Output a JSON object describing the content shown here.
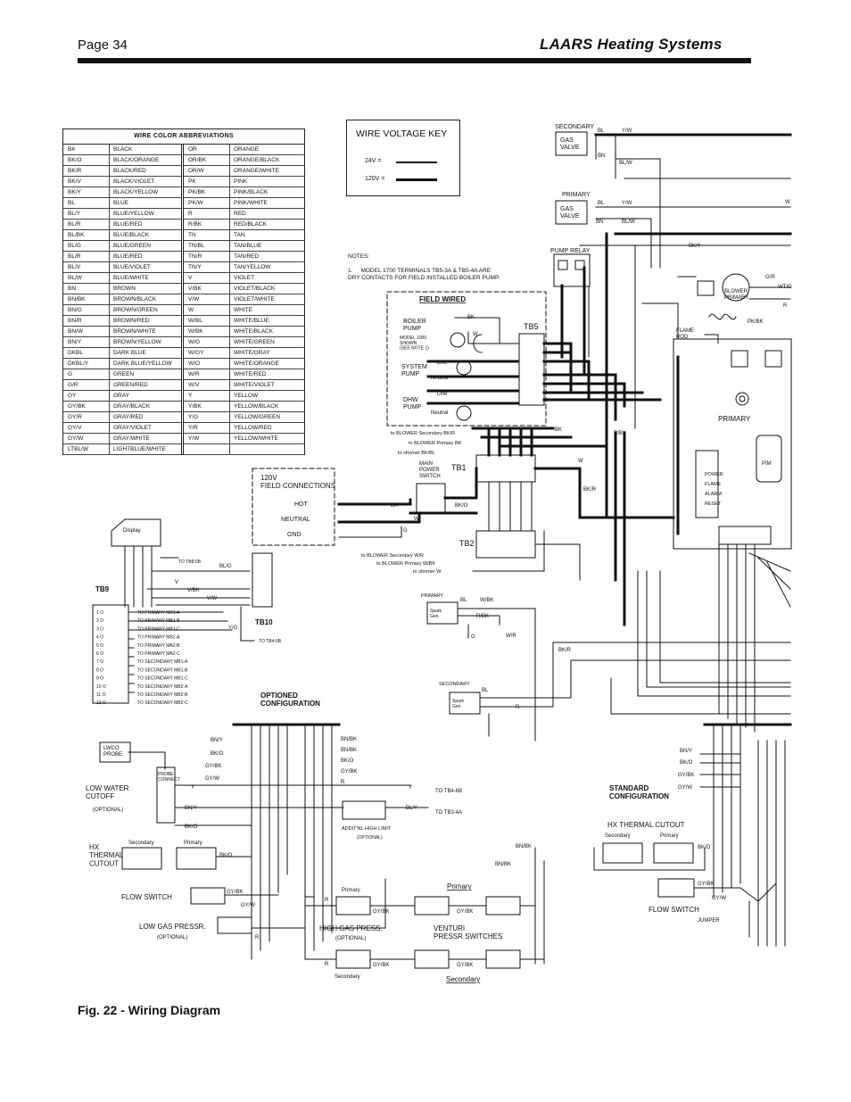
{
  "header": {
    "page": "Page 34",
    "brand": "LAARS Heating Systems"
  },
  "figure": {
    "caption": "Fig. 22 - Wiring Diagram"
  },
  "wire_colors": {
    "title": "WIRE COLOR ABBREVIATIONS",
    "left": [
      {
        "code": "BK",
        "name": "BLACK"
      },
      {
        "code": "BK/O",
        "name": "BLACK/ORANGE"
      },
      {
        "code": "BK/R",
        "name": "BLACK/RED"
      },
      {
        "code": "BK/V",
        "name": "BLACK/VIOLET"
      },
      {
        "code": "BK/Y",
        "name": "BLACK/YELLOW"
      },
      {
        "code": "BL",
        "name": "BLUE"
      },
      {
        "code": "BL/Y",
        "name": "BLUE/YELLOW"
      },
      {
        "code": "BL/R",
        "name": "BLUE/RED"
      },
      {
        "code": "BL/BK",
        "name": "BLUE/BLACK"
      },
      {
        "code": "BL/G",
        "name": "BLUE/GREEN"
      },
      {
        "code": "BL/R",
        "name": "BLUE/RED"
      },
      {
        "code": "BL/V",
        "name": "BLUE/VIOLET"
      },
      {
        "code": "BL/W",
        "name": "BLUE/WHITE"
      },
      {
        "code": "BN",
        "name": "BROWN"
      },
      {
        "code": "BN/BK",
        "name": "BROWN/BLACK"
      },
      {
        "code": "BN/G",
        "name": "BROWN/GREEN"
      },
      {
        "code": "BN/R",
        "name": "BROWN/RED"
      },
      {
        "code": "BN/W",
        "name": "BROWN/WHITE"
      },
      {
        "code": "BN/Y",
        "name": "BROWN/YELLOW"
      },
      {
        "code": "DKBL",
        "name": "DARK BLUE"
      },
      {
        "code": "DKBL/Y",
        "name": "DARK BLUE/YELLOW"
      },
      {
        "code": "G",
        "name": "GREEN"
      },
      {
        "code": "G/R",
        "name": "GREEN/RED"
      },
      {
        "code": "GY",
        "name": "GRAY"
      },
      {
        "code": "GY/BK",
        "name": "GRAY/BLACK"
      },
      {
        "code": "GY/R",
        "name": "GRAY/RED"
      },
      {
        "code": "GY/V",
        "name": "GRAY/VIOLET"
      },
      {
        "code": "GY/W",
        "name": "GRAY/WHITE"
      },
      {
        "code": "LTBL/W",
        "name": "LIGHTBLUE/WHITE"
      }
    ],
    "right": [
      {
        "code": "OR",
        "name": "ORANGE"
      },
      {
        "code": "OR/BK",
        "name": "ORANGE/BLACK"
      },
      {
        "code": "OR/W",
        "name": "ORANGE/WHITE"
      },
      {
        "code": "PK",
        "name": "PINK"
      },
      {
        "code": "PK/BK",
        "name": "PINK/BLACK"
      },
      {
        "code": "PK/W",
        "name": "PINK/WHITE"
      },
      {
        "code": "R",
        "name": "RED"
      },
      {
        "code": "R/BK",
        "name": "RED/BLACK"
      },
      {
        "code": "TN",
        "name": "TAN"
      },
      {
        "code": "TN/BL",
        "name": "TAN/BLUE"
      },
      {
        "code": "TN/R",
        "name": "TAN/RED"
      },
      {
        "code": "TN/Y",
        "name": "TAN/YELLOW"
      },
      {
        "code": "V",
        "name": "VIOLET"
      },
      {
        "code": "V/BK",
        "name": "VIOLET/BLACK"
      },
      {
        "code": "V/W",
        "name": "VIOLET/WHITE"
      },
      {
        "code": "W",
        "name": "WHITE"
      },
      {
        "code": "W/BL",
        "name": "WHITE/BLUE"
      },
      {
        "code": "W/BK",
        "name": "WHITE/BLACK"
      },
      {
        "code": "W/G",
        "name": "WHITE/GREEN"
      },
      {
        "code": "W/GY",
        "name": "WHITE/GRAY"
      },
      {
        "code": "W/O",
        "name": "WHITE/ORANGE"
      },
      {
        "code": "W/R",
        "name": "WHITE/RED"
      },
      {
        "code": "W/V",
        "name": "WHITE/VIOLET"
      },
      {
        "code": "Y",
        "name": "YELLOW"
      },
      {
        "code": "Y/BK",
        "name": "YELLOW/BLACK"
      },
      {
        "code": "Y/G",
        "name": "YELLOW/GREEN"
      },
      {
        "code": "Y/R",
        "name": "YELLOW/RED"
      },
      {
        "code": "Y/W",
        "name": "YELLOW/WHITE"
      },
      {
        "code": "",
        "name": ""
      }
    ]
  },
  "voltage_key": {
    "title": "WIRE VOLTAGE KEY",
    "low": "24V =",
    "high": "120V ="
  },
  "notes": {
    "title": "NOTES:",
    "text": "1.     MODEL 1700 TERMINALS TB5-3A & TB5-4A ARE\nDRY CONTACTS FOR FIELD INSTALLED BOILER PUMP."
  },
  "labels": {
    "secondary_gas_valve": "SECONDARY",
    "gas_valve": "GAS\nVALVE",
    "primary_gas_valve": "PRIMARY",
    "pump_relay": "PUMP RELAY",
    "field_wired": "FIELD WIRED",
    "boiler_pump": "BOILER\nPUMP",
    "boiler_pump_note": "MODEL 1000\nSHOWN\n(SEE NOTE 1)",
    "system_pump": "SYSTEM\nPUMP",
    "dhw_pump": "DHW\nPUMP",
    "line": "Line",
    "neutral": "Neutral",
    "tb5": "TB5",
    "tb1": "TB1",
    "tb2": "TB2",
    "tb9": "TB9",
    "tb10": "TB10",
    "main_power_switch": "MAIN\nPOWER\nSWITCH",
    "field_connections": "120V\nFIELD CONNECTIONS",
    "hot": "HOT",
    "neutral_caps": "NEUTRAL",
    "gnd": "GND",
    "blower_primary": "BLOWER\nPRIMARY",
    "flame_rod": "FLAME\nROD",
    "primary_board": "PRIMARY",
    "pim": "PIM",
    "power": "POWER",
    "flame": "FLAME",
    "alarm": "ALARM",
    "reset": "RESET",
    "display": "Display",
    "spark_gen": "Spark\nGen",
    "primary": "PRIMARY",
    "secondary": "SECONDARY",
    "optioned_configuration": "OPTIONED\nCONFIGURATION",
    "standard_configuration": "STANDARD\nCONFIGURATION",
    "lwco_probe": "LWCO\nPROBE",
    "probe_connector": "PROBE\nCONNECT",
    "low_water_cutoff": "LOW WATER\nCUTOFF",
    "optional": "(OPTIONAL)",
    "hx_thermal_cutout": "HX\nTHERMAL\nCUTOUT",
    "hx_thermal_cutout_std": "HX THERMAL CUTOUT",
    "flow_switch": "FLOW SWITCH",
    "low_gas_press": "LOW GAS PRESSR.",
    "high_gas_press": "HIGH GAS PRESS.",
    "venturi": "VENTURI\nPRESSR SWITCHES",
    "primary_title": "Primary",
    "secondary_title": "Secondary",
    "primary_small": "Primary",
    "secondary_small": "Secondary",
    "addtl_high_limit": "ADDIT'NL HIGH LIMIT",
    "jumper": "JUMPER",
    "to_tb4_6b": "TO TB4-6B",
    "to_tb3_4a": "TO TB3-4A",
    "to_blower_secondary": "to BLOWER Secondary BK/R",
    "to_blower_primary": "to BLOWER Primary BK",
    "to_sformer": "to sformer  BK/BL",
    "to_blower_secondary_w": "to BLOWER Secondary W/R",
    "to_blower_primary_w": "to BLOWER Primary W/BK",
    "to_sformer_w": "to sformer  W",
    "to_tb8_6b": "TO TB8-6B",
    "to_tb4_6b_small": "TO TB4-6B"
  },
  "tb9_rows": [
    "TO PRIMARY MB1-A",
    "TO PRIMARY MB1-B",
    "TO PRIMARY MB1-C",
    "TO PRIMARY MB2-A",
    "TO PRIMARY MB2-B",
    "TO PRIMARY MB2-C",
    "TO SECONDARY MB1-A",
    "TO SECONDARY MB1-B",
    "TO SECONDARY MB1-C",
    "TO SECONDARY MB2-A",
    "TO SECONDARY MB2-B",
    "TO SECONDARY MB2-C"
  ],
  "wire_tags": {
    "bl": "BL",
    "yw": "Y/W",
    "bn": "BN",
    "blw": "BL/W",
    "bky": "BK/Y",
    "w": "W",
    "bk": "BK",
    "blg": "BL/G",
    "v": "V",
    "vbk": "V/BK",
    "vw": "V/W",
    "yg": "Y/G",
    "bkr": "BK/R",
    "wbk": "W/BK",
    "wr": "W/R",
    "g": "G",
    "r": "R",
    "bko": "BK/O",
    "bny": "BN/Y",
    "gybk": "GY/BK",
    "gyw": "GY/W",
    "bnbk": "BN/BK",
    "y": "Y",
    "bly": "BL/Y",
    "rbk": "R/BK",
    "gr": "G/R",
    "pkbk": "PK/BK",
    "wtg": "WT/G"
  }
}
